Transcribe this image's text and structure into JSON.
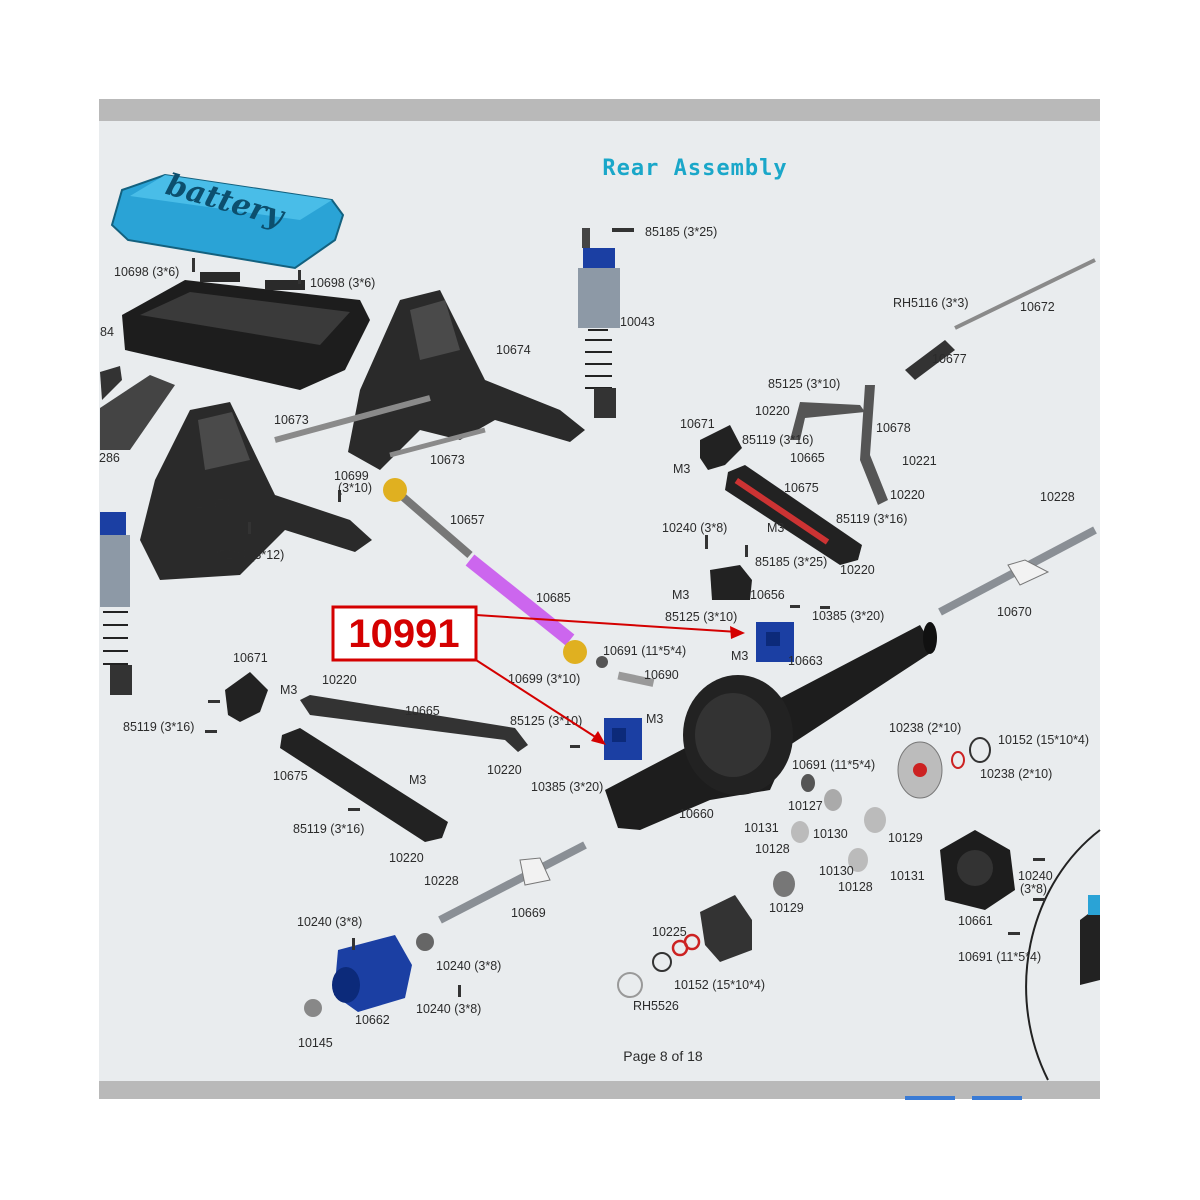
{
  "title": "Rear Assembly",
  "callout": {
    "part": "10991",
    "color": "#d40000"
  },
  "battery_text": "battery",
  "page_label": "Page 8 of 18",
  "colors": {
    "background": "#e9ecee",
    "frame": "#b9b9b9",
    "title": "#1aa7c9",
    "battery": "#2aa3d6",
    "blue_part": "#1b3fa3",
    "dark_part": "#222222",
    "purple_shaft": "#cc66ee",
    "gold": "#e0b020"
  },
  "labels": [
    {
      "id": "l01",
      "text": "85185 (3*25)"
    },
    {
      "id": "l02",
      "text": "10698 (3*6)"
    },
    {
      "id": "l03",
      "text": "10698 (3*6)"
    },
    {
      "id": "l04",
      "text": "10043"
    },
    {
      "id": "l05",
      "text": "RH5116 (3*3)"
    },
    {
      "id": "l06",
      "text": "10672"
    },
    {
      "id": "l07",
      "text": "10674"
    },
    {
      "id": "l08",
      "text": "10677"
    },
    {
      "id": "l09",
      "text": "85125 (3*10)"
    },
    {
      "id": "l10",
      "text": "10673"
    },
    {
      "id": "l11",
      "text": "10220"
    },
    {
      "id": "l12",
      "text": "10678"
    },
    {
      "id": "l13",
      "text": "10671"
    },
    {
      "id": "l14",
      "text": "85119 (3*16)"
    },
    {
      "id": "l15",
      "text": "10673"
    },
    {
      "id": "l16",
      "text": "10665"
    },
    {
      "id": "l17",
      "text": "10221"
    },
    {
      "id": "l18",
      "text": "10699"
    },
    {
      "id": "l19",
      "text": "(3*10)"
    },
    {
      "id": "l20",
      "text": "M3"
    },
    {
      "id": "l21",
      "text": "10675"
    },
    {
      "id": "l22",
      "text": "10220"
    },
    {
      "id": "l23",
      "text": "10228"
    },
    {
      "id": "l24",
      "text": "10674"
    },
    {
      "id": "l25",
      "text": "10657"
    },
    {
      "id": "l26",
      "text": "10240 (3*8)"
    },
    {
      "id": "l27",
      "text": "M3"
    },
    {
      "id": "l28",
      "text": "85119 (3*16)"
    },
    {
      "id": "l29",
      "text": "85184 (3*12)"
    },
    {
      "id": "l30",
      "text": "85185 (3*25)"
    },
    {
      "id": "l31",
      "text": "10220"
    },
    {
      "id": "l32",
      "text": "M3"
    },
    {
      "id": "l33",
      "text": "10685"
    },
    {
      "id": "l34",
      "text": "10656"
    },
    {
      "id": "l35",
      "text": "10670"
    },
    {
      "id": "l36",
      "text": "85125 (3*10)"
    },
    {
      "id": "l37",
      "text": "10385 (3*20)"
    },
    {
      "id": "l38",
      "text": "10691 (11*5*4)"
    },
    {
      "id": "l39",
      "text": "M3"
    },
    {
      "id": "l40",
      "text": "10663"
    },
    {
      "id": "l41",
      "text": "10671"
    },
    {
      "id": "l42",
      "text": "10699 (3*10)"
    },
    {
      "id": "l43",
      "text": "10690"
    },
    {
      "id": "l44",
      "text": "M3"
    },
    {
      "id": "l45",
      "text": "10220"
    },
    {
      "id": "l46",
      "text": "10665"
    },
    {
      "id": "l47",
      "text": "85125 (3*10)"
    },
    {
      "id": "l48",
      "text": "M3"
    },
    {
      "id": "l49",
      "text": "85119 (3*16)"
    },
    {
      "id": "l50",
      "text": "10238 (2*10)"
    },
    {
      "id": "l51",
      "text": "10152 (15*10*4)"
    },
    {
      "id": "l52",
      "text": "10220"
    },
    {
      "id": "l53",
      "text": "10675"
    },
    {
      "id": "l54",
      "text": "M3"
    },
    {
      "id": "l55",
      "text": "10385 (3*20)"
    },
    {
      "id": "l56",
      "text": "10691 (11*5*4)"
    },
    {
      "id": "l57",
      "text": "10238 (2*10)"
    },
    {
      "id": "l58",
      "text": "10127"
    },
    {
      "id": "l59",
      "text": "10660"
    },
    {
      "id": "l60",
      "text": "85119 (3*16)"
    },
    {
      "id": "l61",
      "text": "10131"
    },
    {
      "id": "l62",
      "text": "10130"
    },
    {
      "id": "l63",
      "text": "10129"
    },
    {
      "id": "l64",
      "text": "10128"
    },
    {
      "id": "l65",
      "text": "10220"
    },
    {
      "id": "l66",
      "text": "10130"
    },
    {
      "id": "l67",
      "text": "10131"
    },
    {
      "id": "l68",
      "text": "10228"
    },
    {
      "id": "l69",
      "text": "10128"
    },
    {
      "id": "l70",
      "text": "10240"
    },
    {
      "id": "l71",
      "text": "(3*8)"
    },
    {
      "id": "l72",
      "text": "10129"
    },
    {
      "id": "l73",
      "text": "10669"
    },
    {
      "id": "l74",
      "text": "10661"
    },
    {
      "id": "l75",
      "text": "10240 (3*8)"
    },
    {
      "id": "l76",
      "text": "10225"
    },
    {
      "id": "l77",
      "text": "10691 (11*5*4)"
    },
    {
      "id": "l78",
      "text": "10240 (3*8)"
    },
    {
      "id": "l79",
      "text": "10152 (15*10*4)"
    },
    {
      "id": "l80",
      "text": "10240 (3*8)"
    },
    {
      "id": "l81",
      "text": "RH5526"
    },
    {
      "id": "l82",
      "text": "10662"
    },
    {
      "id": "l83",
      "text": "10145"
    },
    {
      "id": "l84",
      "text": "286"
    },
    {
      "id": "l85",
      "text": "84"
    }
  ]
}
